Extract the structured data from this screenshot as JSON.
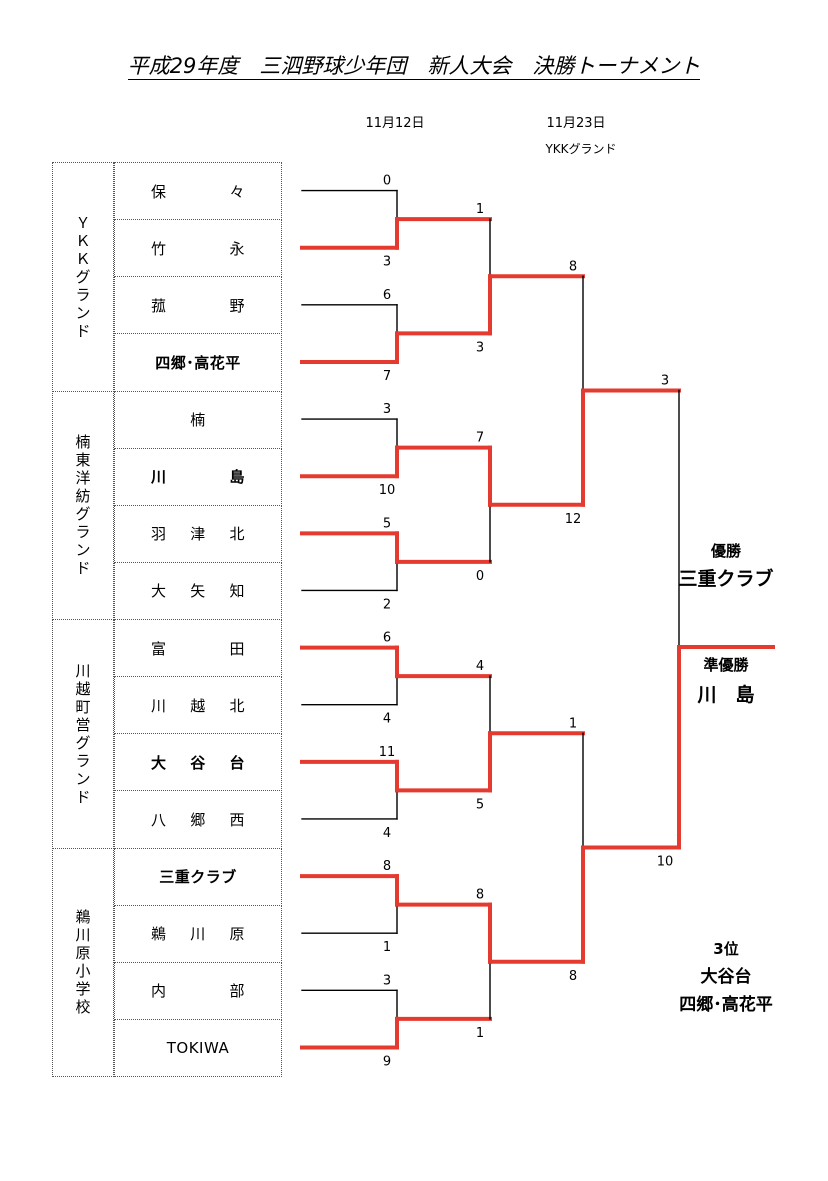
{
  "title": "平成29年度　三泗野球少年団　新人大会　決勝トーナメント",
  "dates": {
    "round1": "11月12日",
    "round2": "11月23日",
    "round2_venue": "YKKグランド"
  },
  "venues": [
    "ＹＫＫグランド",
    "楠東洋紡グランド",
    "川越町営グランド",
    "鵜川原小学校"
  ],
  "teams": [
    {
      "name": "保　々",
      "chars": [
        "保",
        "々"
      ],
      "bold": false
    },
    {
      "name": "竹　永",
      "chars": [
        "竹",
        "永"
      ],
      "bold": false
    },
    {
      "name": "菰　野",
      "chars": [
        "菰",
        "野"
      ],
      "bold": false
    },
    {
      "name": "四郷･高花平",
      "chars": [
        "四郷･高花平"
      ],
      "bold": true
    },
    {
      "name": "楠",
      "chars": [
        "楠"
      ],
      "bold": false
    },
    {
      "name": "川　島",
      "chars": [
        "川",
        "島"
      ],
      "bold": true
    },
    {
      "name": "羽 津 北",
      "chars": [
        "羽",
        "津",
        "北"
      ],
      "bold": false
    },
    {
      "name": "大 矢 知",
      "chars": [
        "大",
        "矢",
        "知"
      ],
      "bold": false
    },
    {
      "name": "富　田",
      "chars": [
        "富",
        "田"
      ],
      "bold": false
    },
    {
      "name": "川 越 北",
      "chars": [
        "川",
        "越",
        "北"
      ],
      "bold": false
    },
    {
      "name": "大 谷 台",
      "chars": [
        "大",
        "谷",
        "台"
      ],
      "bold": true
    },
    {
      "name": "八 郷 西",
      "chars": [
        "八",
        "郷",
        "西"
      ],
      "bold": false
    },
    {
      "name": "三重クラブ",
      "chars": [
        "三重クラブ"
      ],
      "bold": true
    },
    {
      "name": "鵜 川 原",
      "chars": [
        "鵜",
        "川",
        "原"
      ],
      "bold": false
    },
    {
      "name": "内　部",
      "chars": [
        "内",
        "部"
      ],
      "bold": false
    },
    {
      "name": "TOKIWA",
      "chars": [
        "TOKIWA"
      ],
      "bold": false
    }
  ],
  "round1_scores": [
    [
      "0",
      "3"
    ],
    [
      "6",
      "7"
    ],
    [
      "3",
      "10"
    ],
    [
      "5",
      "2"
    ],
    [
      "6",
      "4"
    ],
    [
      "11",
      "4"
    ],
    [
      "8",
      "1"
    ],
    [
      "3",
      "9"
    ]
  ],
  "round1_winner": [
    1,
    1,
    1,
    0,
    0,
    0,
    0,
    1
  ],
  "round2_scores": [
    [
      "1",
      "3"
    ],
    [
      "7",
      "0"
    ],
    [
      "4",
      "5"
    ],
    [
      "8",
      "1"
    ]
  ],
  "round2_winner": [
    1,
    0,
    1,
    0
  ],
  "semi_scores": [
    [
      "8",
      "12"
    ],
    [
      "1",
      "8"
    ]
  ],
  "semi_winner": [
    1,
    1
  ],
  "final_scores": [
    "3",
    "10"
  ],
  "final_winner": 1,
  "results": {
    "champion_label": "優勝",
    "champion": "三重クラブ",
    "runnerup_label": "準優勝",
    "runnerup": "川　島",
    "third_label": "3位",
    "third": [
      "大谷台",
      "四郷･高花平"
    ]
  },
  "colors": {
    "win": "#e53a2f",
    "line": "#000000"
  }
}
